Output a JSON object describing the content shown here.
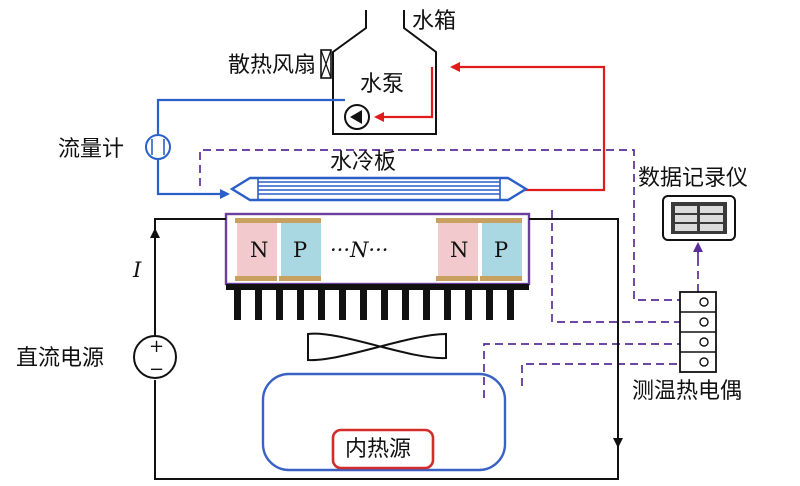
{
  "labels": {
    "water_tank": "水箱",
    "cooling_fan": "散热风扇",
    "water_pump": "水泵",
    "flow_meter": "流量计",
    "cold_plate": "水冷板",
    "data_logger": "数据记录仪",
    "thermocouple": "测温热电偶",
    "dc_power": "直流电源",
    "inner_heat_source": "内热源",
    "current": "I"
  },
  "te_module": {
    "cells": [
      "N",
      "P",
      "···N···",
      "N",
      "P"
    ]
  },
  "power_symbol": {
    "plus": "+",
    "minus": "−"
  },
  "colors": {
    "cold_water_pipe": "#2a5fc8",
    "hot_water_pipe": "#e01b1b",
    "thermocouple_wire": "#5a2d9a",
    "module_frame": "#6a3fa0",
    "n_leg": "#f2c9cd",
    "p_leg": "#a9d7e2",
    "heat_source_box": "#d42b2b",
    "chamber_outline": "#3a62c4"
  }
}
